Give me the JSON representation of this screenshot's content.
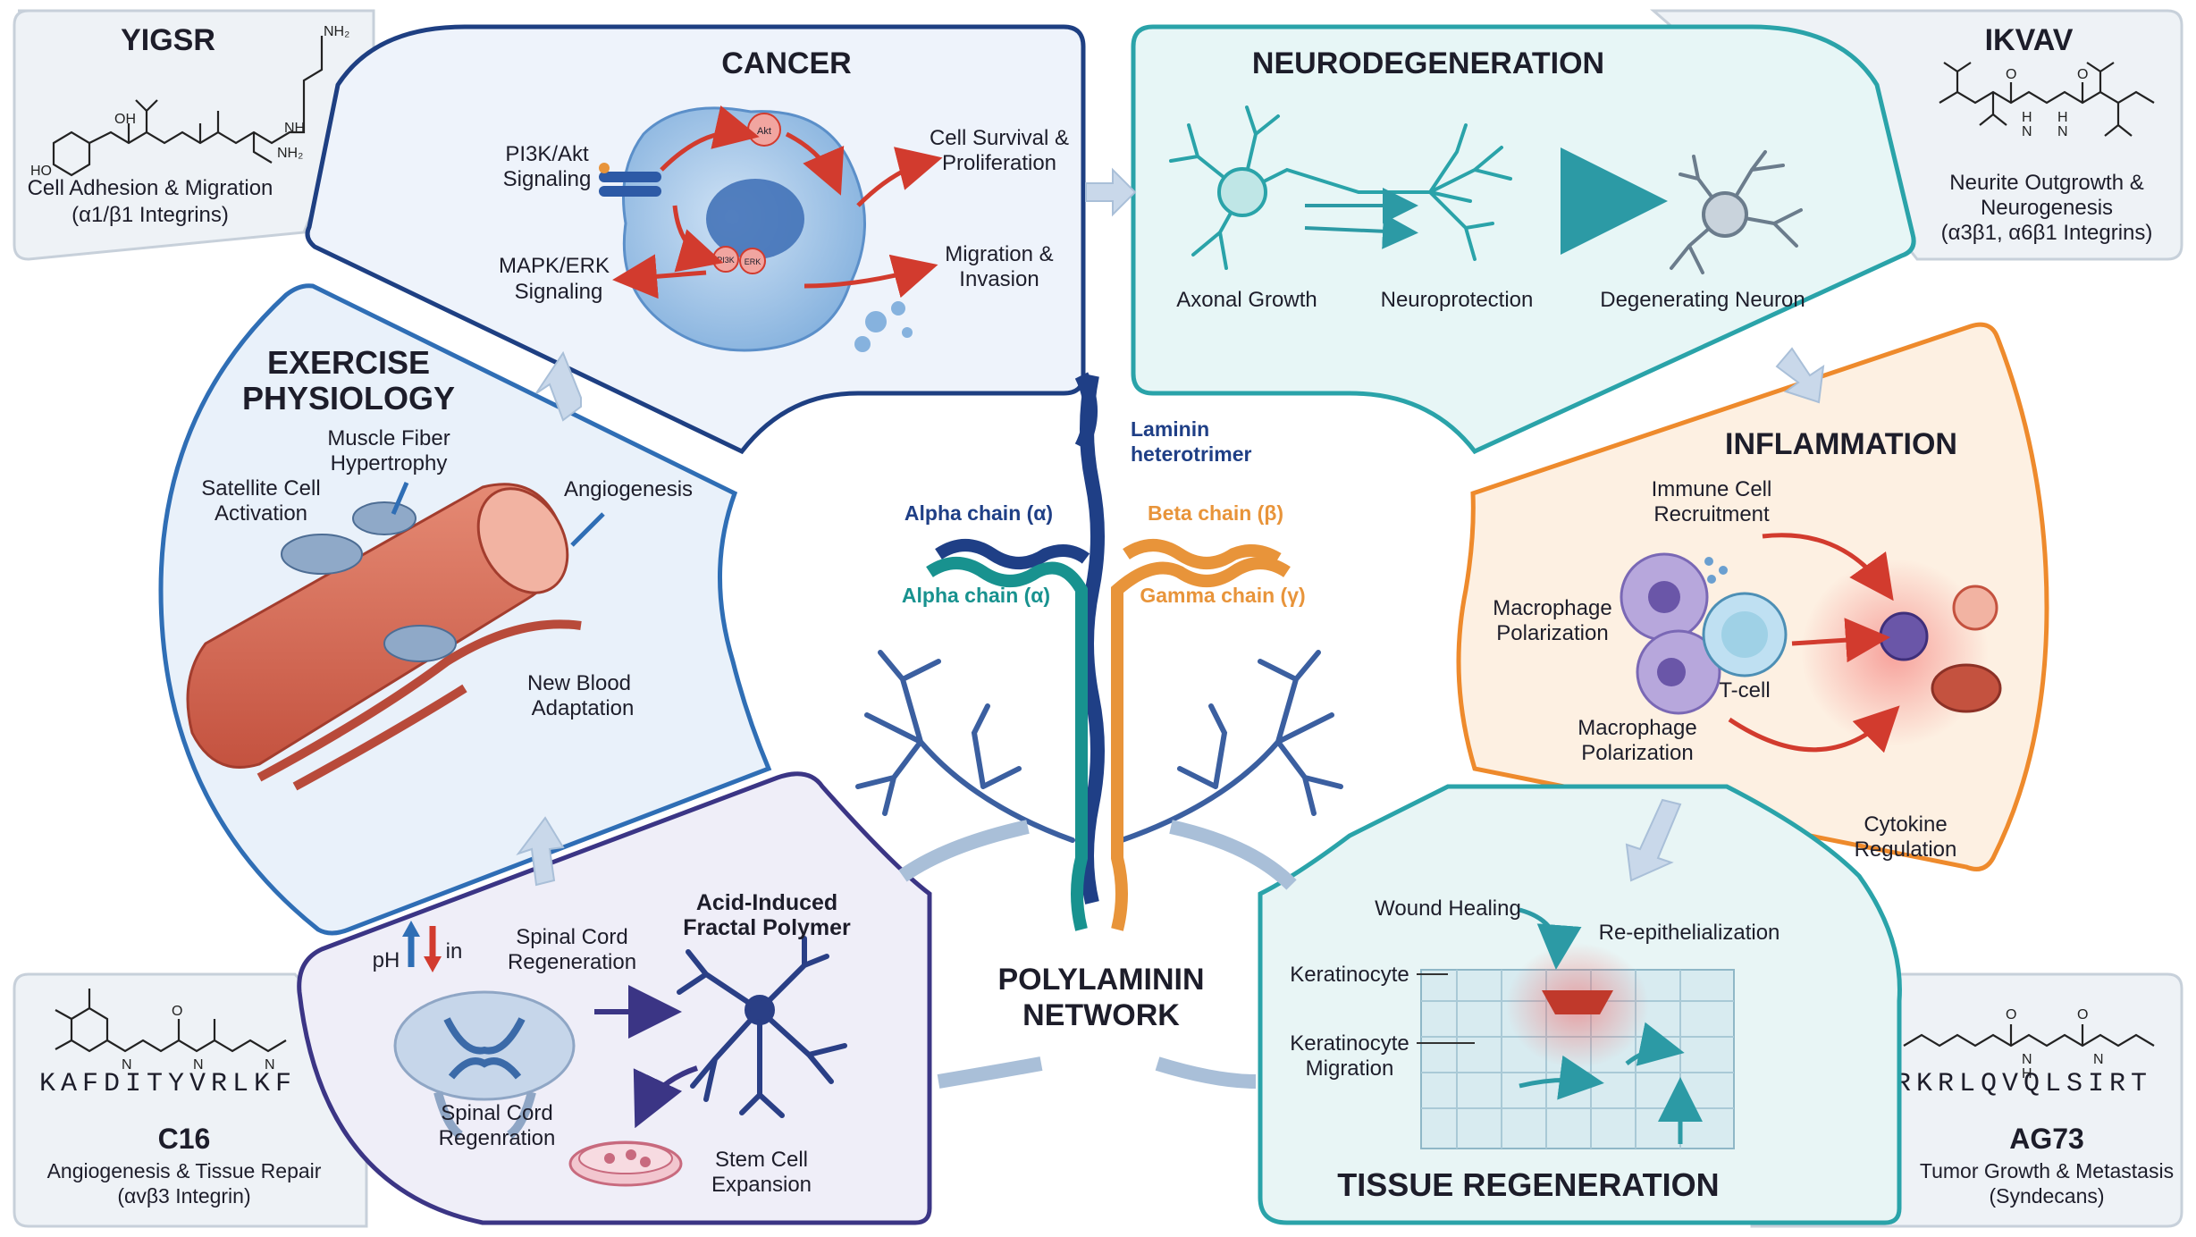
{
  "peptides": {
    "yigsr": {
      "name": "YIGSR",
      "line1": "Cell Adhesion & Migration",
      "line2": "(α1/β1 Integrins)",
      "atoms": {
        "oh": "OH",
        "nh2": "NH₂",
        "ho": "HO",
        "nh": "NH",
        "nh2b": "NH₂"
      }
    },
    "ikvav": {
      "name": "IKVAV",
      "line1": "Neurite Outgrowth &",
      "line2": "Neurogenesis",
      "line3": "(α3β1, α6β1 Integrins)",
      "atoms": {
        "o1": "O",
        "h1": "H",
        "n1": "N",
        "o2": "O",
        "h2": "H",
        "n2": "N"
      }
    },
    "c16": {
      "name": "C16",
      "sequence": "KAFDITYVRLKF",
      "line1": "Angiogenesis & Tissue Repair",
      "line2": "(αvβ3 Integrin)",
      "atoms": {
        "n1": "N",
        "n2": "N",
        "n3": "N",
        "o": "O"
      }
    },
    "ag73": {
      "name": "AG73",
      "sequence": "RKRLQVQLSIRT",
      "line1": "Tumor Growth & Metastasis",
      "line2": "(Syndecans)",
      "atoms": {
        "o1": "O",
        "n1": "N",
        "h1": "H",
        "o2": "O",
        "n2": "N"
      }
    }
  },
  "panels": {
    "cancer": {
      "title": "CANCER",
      "pi3k_1": "PI3K/Akt",
      "pi3k_2": "Signaling",
      "mapk_1": "MAPK/ERK",
      "mapk_2": "Signaling",
      "survival_1": "Cell Survival &",
      "survival_2": "Proliferation",
      "migration_1": "Migration &",
      "migration_2": "Invasion",
      "akt": "Akt",
      "pi3k_small": "PI3K",
      "erk": "ERK"
    },
    "neuro": {
      "title": "NEURODEGENERATION",
      "axonal": "Axonal Growth",
      "protection": "Neuroprotection",
      "degenerating": "Degenerating Neuron"
    },
    "exercise": {
      "title_1": "EXERCISE",
      "title_2": "PHYSIOLOGY",
      "hyper_1": "Muscle Fiber",
      "hyper_2": "Hypertrophy",
      "satellite_1": "Satellite Cell",
      "satellite_2": "Activation",
      "angio": "Angiogenesis",
      "blood_1": "New Blood",
      "blood_2": "Adaptation"
    },
    "inflammation": {
      "title": "INFLAMMATION",
      "immune_1": "Immune Cell",
      "immune_2": "Recruitment",
      "macro1_1": "Macrophage",
      "macro1_2": "Polarization",
      "tcell": "T-cell",
      "macro2_1": "Macrophage",
      "macro2_2": "Polarization",
      "cytokine_1": "Cytokine",
      "cytokine_2": "Regulation"
    },
    "spinal": {
      "ph": "pH",
      "in": "in",
      "regen_1": "Spinal Cord",
      "regen_2": "Regeneration",
      "fractal_1": "Acid-Induced",
      "fractal_2": "Fractal Polymer",
      "regenration_1": "Spinal Cord",
      "regenration_2": "Regenration",
      "stem_1": "Stem Cell",
      "stem_2": "Expansion"
    },
    "tissue": {
      "title": "TISSUE REGENERATION",
      "wound": "Wound Healing",
      "reepi": "Re-epithelialization",
      "kera": "Keratinocyte",
      "kera_mig_1": "Keratinocyte",
      "kera_mig_2": "Migration"
    }
  },
  "center": {
    "laminin_1": "Laminin",
    "laminin_2": "heterotrimer",
    "alpha_top": "Alpha chain (α)",
    "beta": "Beta chain (β)",
    "alpha_bottom": "Alpha chain (α)",
    "gamma": "Gamma chain (γ)",
    "network_1": "POLYLAMININ",
    "network_2": "NETWORK"
  },
  "colors": {
    "cancer_border": "#1e3f82",
    "cancer_fill": "#eef3fb",
    "neuro_border": "#2aa3a9",
    "neuro_fill": "#e7f6f6",
    "inflam_border": "#ee8a2c",
    "inflam_fill": "#fdf0e2",
    "tissue_border": "#2aa3a9",
    "tissue_fill": "#e8f5f5",
    "spinal_border": "#3b3585",
    "spinal_fill": "#efeef8",
    "exercise_border": "#2f6eb5",
    "exercise_fill": "#e9f1fa",
    "alpha": "#1f3f86",
    "alpha2": "#18928f",
    "beta": "#e8943a",
    "arrow_red": "#d23b2e"
  }
}
